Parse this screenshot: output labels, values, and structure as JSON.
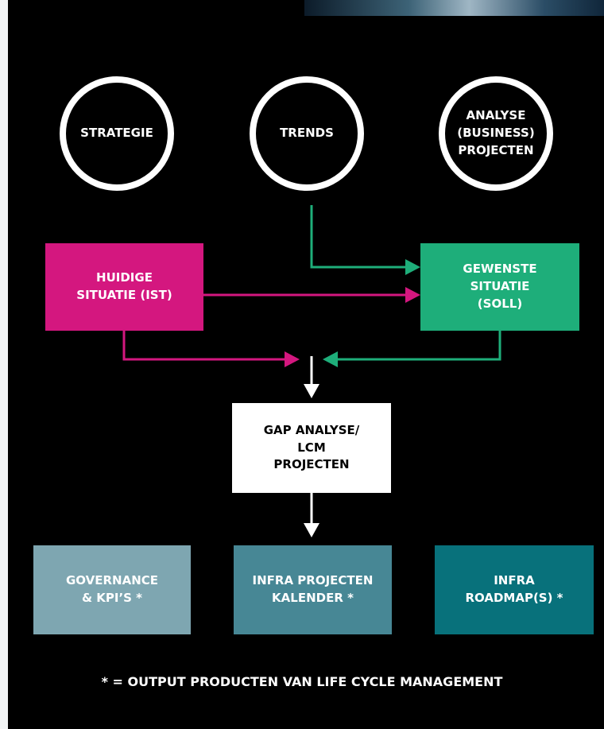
{
  "colors": {
    "background": "#000000",
    "magenta": "#d4177f",
    "green": "#1eae7a",
    "white": "#ffffff",
    "governance": "#7ea6b1",
    "kalender": "#478795",
    "roadmap": "#08717b"
  },
  "nodes": {
    "strategie": "STRATEGIE",
    "trends": "TRENDS",
    "analyse": "ANALYSE\n(BUSINESS)\nPROJECTEN",
    "ist": "HUIDIGE\nSITUATIE (IST)",
    "soll": "GEWENSTE\nSITUATIE\n(SOLL)",
    "gap": "GAP ANALYSE/\nLCM\nPROJECTEN",
    "governance": "GOVERNANCE\n& KPI’S *",
    "kalender": "INFRA PROJECTEN\nKALENDER *",
    "roadmap": "INFRA\nROADMAP(S) *"
  },
  "footnote": "* = OUTPUT PRODUCTEN VAN LIFE CYCLE MANAGEMENT"
}
